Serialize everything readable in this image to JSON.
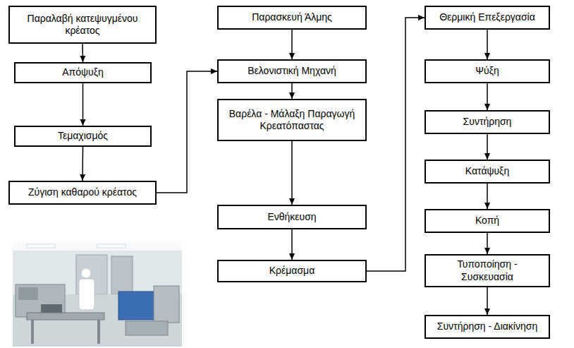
{
  "diagram": {
    "nodes": [
      {
        "text": [
          "Παραλαβή κατεψυγμένου κρέατος"
        ]
      },
      {
        "text": [
          "Απόψυξη"
        ]
      },
      {
        "text": [
          "Τεμαχισμός"
        ]
      },
      {
        "text": [
          "Ζύγιση καθαρού κρέατος"
        ]
      },
      {
        "text": [
          "Παρασκευή Άλμης"
        ]
      },
      {
        "text": [
          "Βελονιστική Μηχανή"
        ]
      },
      {
        "text": [
          "Βαρέλα - Μάλαξη Παραγωγή Κρεατόπαστας"
        ]
      },
      {
        "text": [
          "Ενθήκευση"
        ]
      },
      {
        "text": [
          "Κρέμασμα"
        ]
      },
      {
        "text": [
          "Θερμική Επεξεργασία"
        ]
      },
      {
        "text": [
          "Ψύξη"
        ]
      },
      {
        "text": [
          "Συντήρηση"
        ]
      },
      {
        "text": [
          "Κατάψυξη"
        ]
      },
      {
        "text": [
          "Κοπή"
        ]
      },
      {
        "text": [
          "Τυποποίηση - Συσκευασία"
        ]
      },
      {
        "text": [
          "Συντήρηση - Διακίνηση"
        ]
      }
    ],
    "edges": [
      {
        "from": 0,
        "to": 1,
        "arrow": "to"
      },
      {
        "from": 1,
        "to": 2,
        "arrow": "to"
      },
      {
        "from": 2,
        "to": 3,
        "arrow": "to"
      },
      {
        "from": 3,
        "to": 5,
        "arrow": "to"
      },
      {
        "from": 4,
        "to": 5,
        "arrow": "to"
      },
      {
        "from": 5,
        "to": 6,
        "arrow": "to"
      },
      {
        "from": 6,
        "to": 7,
        "arrow": "to"
      },
      {
        "from": 7,
        "to": 8,
        "arrow": "to"
      },
      {
        "from": 8,
        "to": 9,
        "arrow": "to"
      },
      {
        "from": 9,
        "to": 10,
        "arrow": "to"
      },
      {
        "from": 10,
        "to": 11,
        "arrow": "to"
      },
      {
        "from": 11,
        "to": 12,
        "arrow": "to"
      },
      {
        "from": 12,
        "to": 13,
        "arrow": "to"
      },
      {
        "from": 13,
        "to": 14,
        "arrow": "to"
      },
      {
        "from": 14,
        "to": 15,
        "arrow": "to"
      }
    ]
  }
}
